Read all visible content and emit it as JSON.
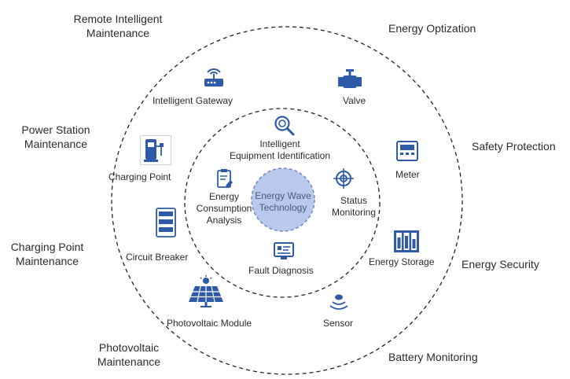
{
  "center": {
    "line1": "Energy Wave",
    "line2": "Technology"
  },
  "outer_labels": {
    "remote_intelligent_maintenance": [
      "Remote Intelligent",
      "Maintenance"
    ],
    "energy_optimization": "Energy Optization",
    "power_station_maintenance": [
      "Power Station",
      "Maintenance"
    ],
    "safety_protection": "Safety Protection",
    "charging_point_maintenance": [
      "Charging Point",
      "Maintenance"
    ],
    "energy_security": "Energy Security",
    "photovoltaic_maintenance": [
      "Photovoltaic",
      "Maintenance"
    ],
    "battery_monitoring": "Battery Monitoring"
  },
  "devices": {
    "intelligent_gateway": "Intelligent Gateway",
    "valve": "Valve",
    "charging_point": "Charging Point",
    "meter": "Meter",
    "circuit_breaker": "Circuit Breaker",
    "energy_storage": "Energy Storage",
    "photovoltaic_module": "Photovoltaic Module",
    "sensor": "Sensor"
  },
  "functions": {
    "equipment_identification": [
      "Intelligent",
      "Equipment Identification"
    ],
    "energy_consumption_analysis": [
      "Energy",
      "Consumption",
      "Analysis"
    ],
    "status_monitoring": [
      "Status",
      "Monitoring"
    ],
    "fault_diagnosis": "Fault Diagnosis"
  },
  "colors": {
    "icon": "#2f5aa8",
    "center_fill": "#b9c9ec",
    "center_stroke": "#6e86c4",
    "ring": "#222222"
  }
}
